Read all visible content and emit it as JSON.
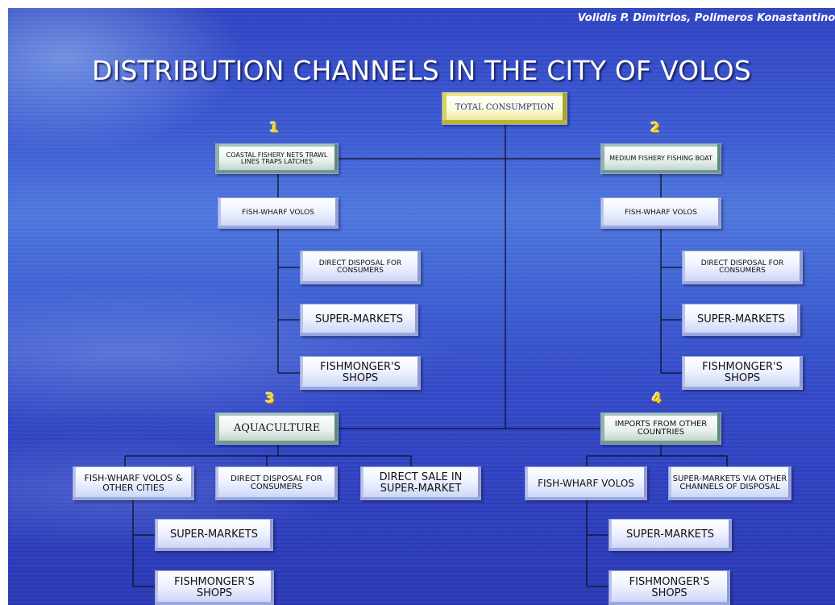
{
  "author": "Volidis P. Dimitrios, Polimeros Konastantinos",
  "title": "DISTRIBUTION CHANNELS IN THE CITY OF VOLOS",
  "root": "TOTAL CONSUMPTION",
  "channels": {
    "c1": {
      "number": "1",
      "source": "COASTAL FISHERY NETS TRAWL LINES TRAPS LATCHES",
      "wharf": "FISH-WHARF VOLOS",
      "direct": "DIRECT DISPOSAL FOR CONSUMERS",
      "supermarkets": "SUPER-MARKETS",
      "fishmongers": "FISHMONGER'S SHOPS"
    },
    "c2": {
      "number": "2",
      "source": "MEDIUM FISHERY FISHING BOAT",
      "wharf": "FISH-WHARF VOLOS",
      "direct": "DIRECT DISPOSAL FOR CONSUMERS",
      "supermarkets": "SUPER-MARKETS",
      "fishmongers": "FISHMONGER'S SHOPS"
    },
    "c3": {
      "number": "3",
      "source": "AQUACULTURE",
      "wharf": "FISH-WHARF VOLOS & OTHER CITIES",
      "direct": "DIRECT DISPOSAL FOR CONSUMERS",
      "direct_sale": "DIRECT SALE IN SUPER-MARKET",
      "supermarkets": "SUPER-MARKETS",
      "fishmongers": "FISHMONGER'S SHOPS"
    },
    "c4": {
      "number": "4",
      "source": "IMPORTS FROM OTHER COUNTRIES",
      "wharf": "FISH-WHARF VOLOS",
      "other": "SUPER-MARKETS VIA OTHER CHANNELS OF DISPOSAL",
      "supermarkets": "SUPER-MARKETS",
      "fishmongers": "FISHMONGER'S SHOPS"
    }
  }
}
